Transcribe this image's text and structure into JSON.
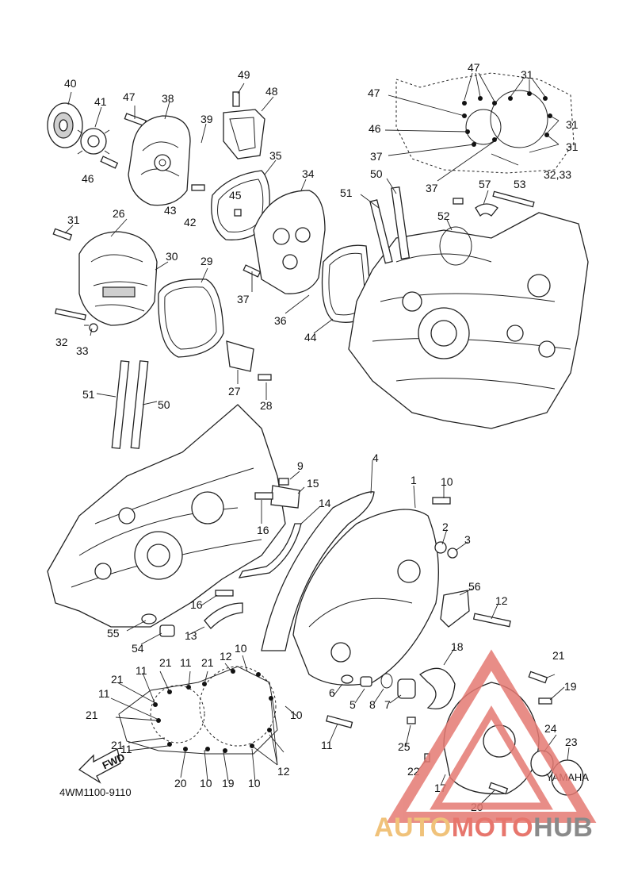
{
  "diagram": {
    "code": "4WM1100-9110",
    "fwd_label": "FWD",
    "cover_brand": "YAMAHA",
    "callouts": {
      "n40": "40",
      "n41": "41",
      "n47a": "47",
      "n38": "38",
      "n39": "39",
      "n49": "49",
      "n48": "48",
      "n46a": "46",
      "n43": "43",
      "n42": "42",
      "n45": "45",
      "n35": "35",
      "n34": "34",
      "n47b": "47",
      "n47c": "47",
      "n31a": "31",
      "n46b": "46",
      "n31b": "31",
      "n37a": "37",
      "n31c": "31",
      "n37b": "37",
      "n3233": "32,33",
      "n50a": "50",
      "n51a": "51",
      "n57": "57",
      "n53": "53",
      "n52": "52",
      "n31d": "31",
      "n26": "26",
      "n30": "30",
      "n29": "29",
      "n37c": "37",
      "n36": "36",
      "n44": "44",
      "n32": "32",
      "n33": "33",
      "n27": "27",
      "n28": "28",
      "n51b": "51",
      "n50b": "50",
      "n9": "9",
      "n15": "15",
      "n4": "4",
      "n1": "1",
      "n10a": "10",
      "n14": "14",
      "n16a": "16",
      "n2": "2",
      "n3": "3",
      "n56": "56",
      "n12a": "12",
      "n16b": "16",
      "n55": "55",
      "n54": "54",
      "n13": "13",
      "n18": "18",
      "n21a": "21",
      "n12b": "12",
      "n10b": "10",
      "n11a": "11",
      "n21b": "21",
      "n11b": "11",
      "n21c": "21",
      "n21d": "21",
      "n11c": "11",
      "n6": "6",
      "n5": "5",
      "n8": "8",
      "n7": "7",
      "n10c": "10",
      "n21e": "21",
      "n19a": "19",
      "n21f": "21",
      "n11d": "11",
      "n11e": "11",
      "n24": "24",
      "n25": "25",
      "n23": "23",
      "n22": "22",
      "n20a": "20",
      "n10d": "10",
      "n19b": "19",
      "n10e": "10",
      "n12c": "12",
      "n17": "17",
      "n20b": "20"
    }
  },
  "watermark": {
    "part1": "AUTO",
    "part2": "MOTO",
    "part3": "HUB",
    "colors": {
      "auto": "#f0c27a",
      "moto": "#e7766d",
      "hub": "#8a8a8a",
      "triangle": "#e57a73"
    }
  }
}
